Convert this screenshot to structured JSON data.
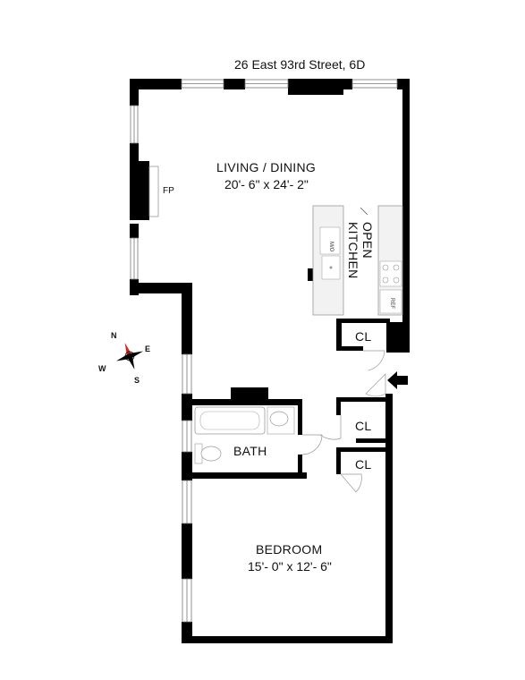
{
  "address": "26 East 93rd Street, 6D",
  "rooms": {
    "living": {
      "name": "LIVING / DINING",
      "dims": "20'- 6\" x 24'- 2\""
    },
    "kitchen": {
      "line1": "OPEN",
      "line2": "KITCHEN"
    },
    "bath": {
      "name": "BATH"
    },
    "bedroom": {
      "name": "BEDROOM",
      "dims": "15'- 0\" x 12'- 6\""
    }
  },
  "fixtures": {
    "fireplace": "FP",
    "microwave": "M/O",
    "refrigerator": "REF",
    "closet_1": "CL",
    "closet_2": "CL",
    "closet_3": "CL"
  },
  "compass": {
    "n": "N",
    "e": "E",
    "s": "S",
    "w": "W"
  },
  "colors": {
    "wall": "#000000",
    "counter": "#f2f2f2",
    "fixture_line": "#999999",
    "compass_red": "#e0201b"
  }
}
